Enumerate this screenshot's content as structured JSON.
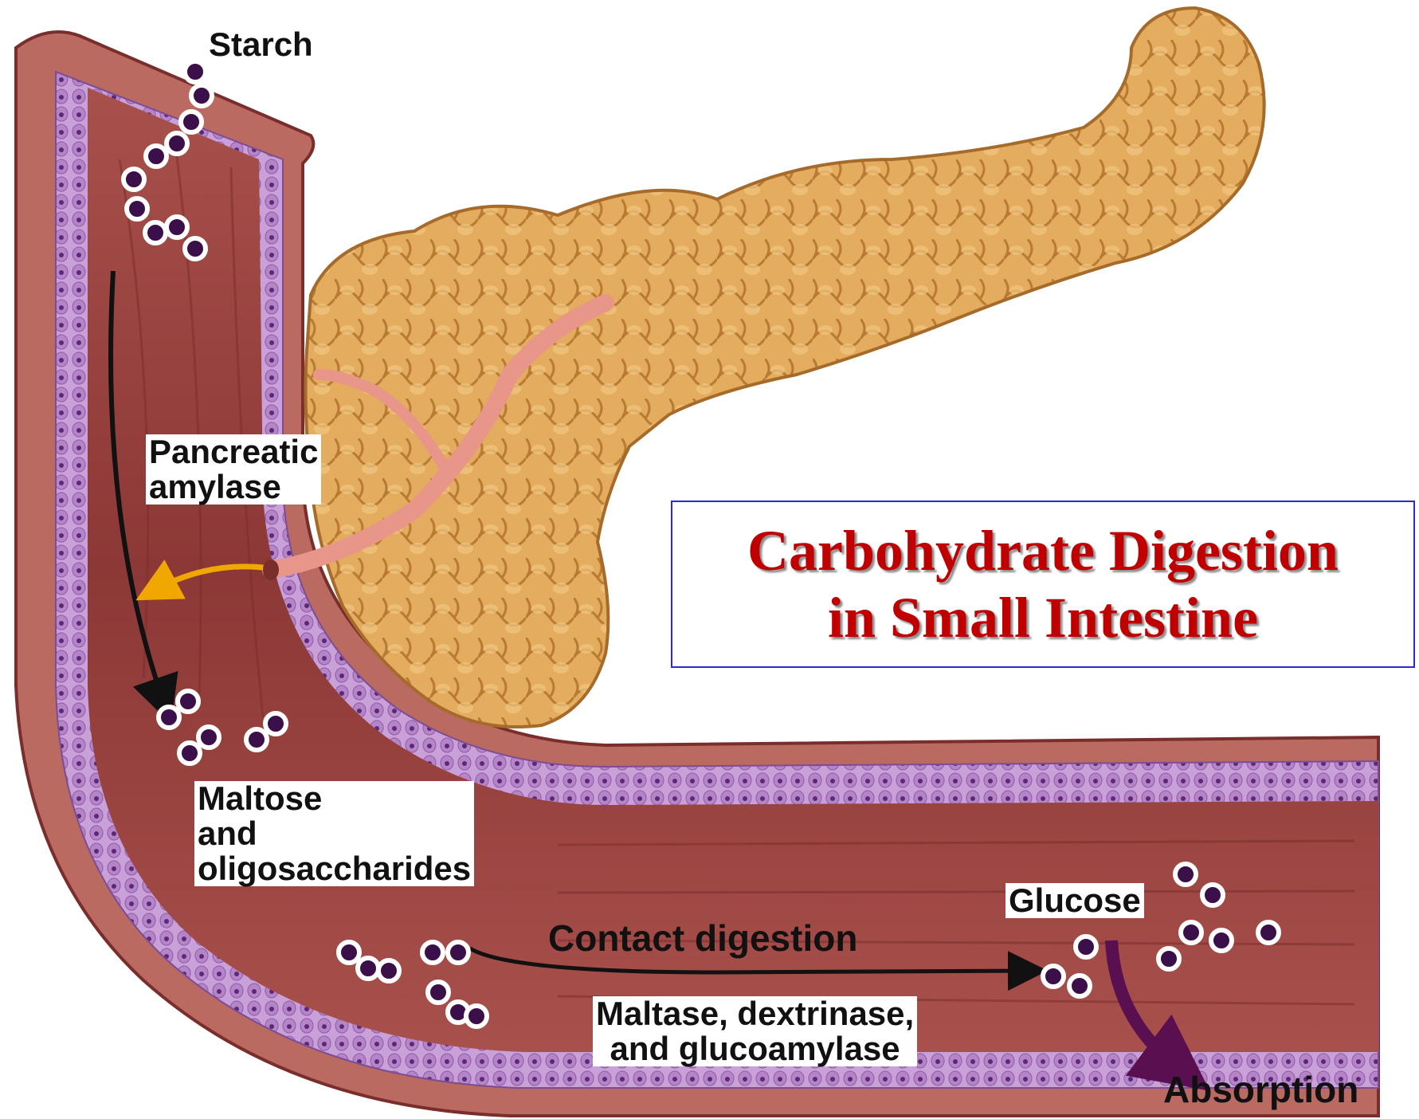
{
  "title": {
    "line1": "Carbohydrate Digestion",
    "line2": "in Small Intestine"
  },
  "labels": {
    "starch": "Starch",
    "pancreatic_amylase_line1": "Pancreatic",
    "pancreatic_amylase_line2": "amylase",
    "maltose_line1": "Maltose",
    "maltose_line2": "and",
    "maltose_line3": "oligosaccharides",
    "contact_digestion": "Contact digestion",
    "enzymes_line1": "Maltase, dextrinase,",
    "enzymes_line2": "and glucoamylase",
    "glucose": "Glucose",
    "absorption": "Absorption"
  },
  "colors": {
    "intestine": "#b8605c",
    "intestine_lumen": "#9a3f3d",
    "mucosa_cells": "#c9a3d6",
    "pancreas": "#e0a85a",
    "duct": "#e89a8e",
    "molecule": "#3b0f4a",
    "title_text": "#c00000",
    "title_border": "#2a2ad0",
    "enzyme_arrow": "#f0a800",
    "absorption_arrow": "#5a0f50"
  }
}
